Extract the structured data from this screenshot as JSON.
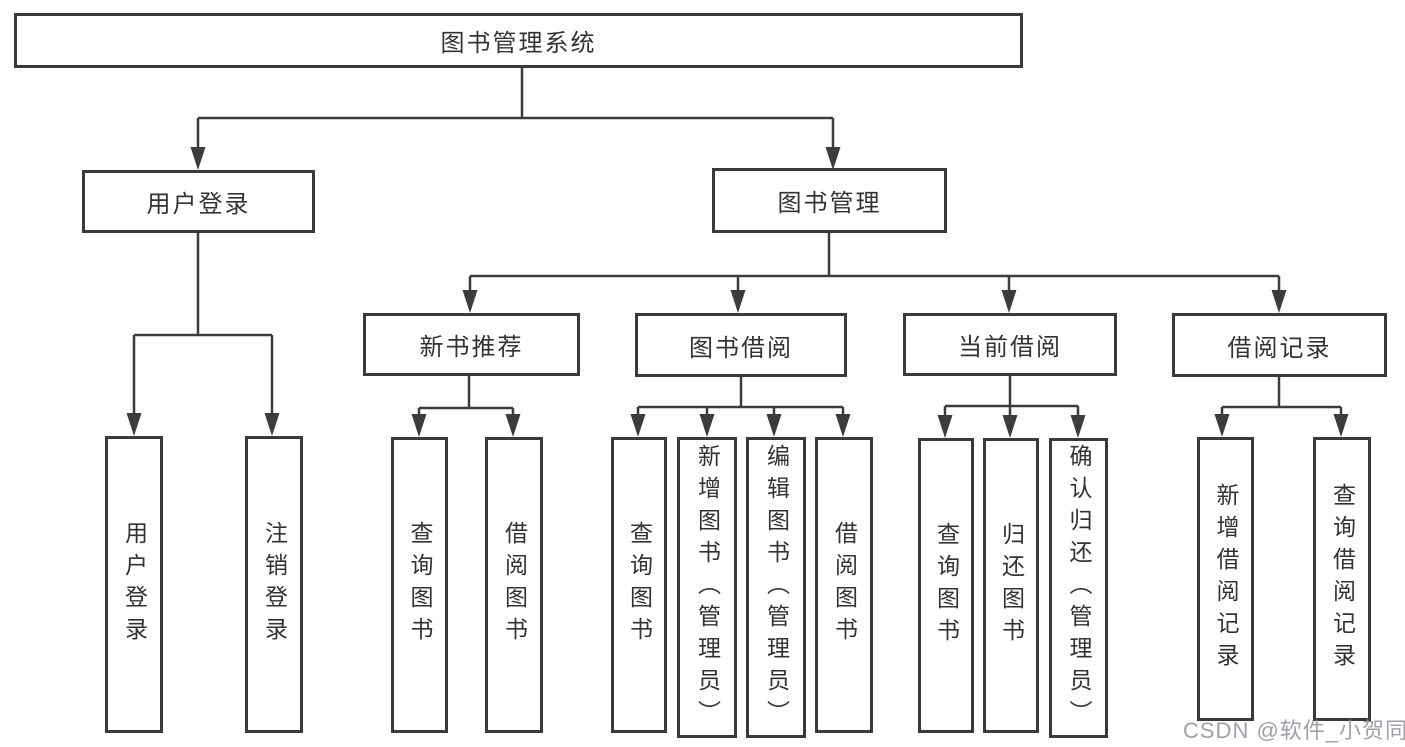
{
  "tree": {
    "root": {
      "label": "图书管理系统",
      "children": [
        {
          "label": "用户登录",
          "children": [
            {
              "label": "用户登录"
            },
            {
              "label": "注销登录"
            }
          ]
        },
        {
          "label": "图书管理",
          "children": [
            {
              "label": "新书推荐",
              "children": [
                {
                  "label": "查询图书"
                },
                {
                  "label": "借阅图书"
                }
              ]
            },
            {
              "label": "图书借阅",
              "children": [
                {
                  "label": "查询图书"
                },
                {
                  "label": "新增图书（管理员）"
                },
                {
                  "label": "编辑图书（管理员）"
                },
                {
                  "label": "借阅图书"
                }
              ]
            },
            {
              "label": "当前借阅",
              "children": [
                {
                  "label": "查询图书"
                },
                {
                  "label": "归还图书"
                },
                {
                  "label": "确认归还（管理员）"
                }
              ]
            },
            {
              "label": "借阅记录",
              "children": [
                {
                  "label": "新增借阅记录"
                },
                {
                  "label": "查询借阅记录"
                }
              ]
            }
          ]
        }
      ]
    }
  },
  "watermark": {
    "text": "CSDN @软件_小贺同学"
  },
  "colors": {
    "line": "#3c3c3c",
    "border": "#3a3a3a",
    "text": "#333333",
    "watermark": "#94989e",
    "background": "#ffffff"
  }
}
